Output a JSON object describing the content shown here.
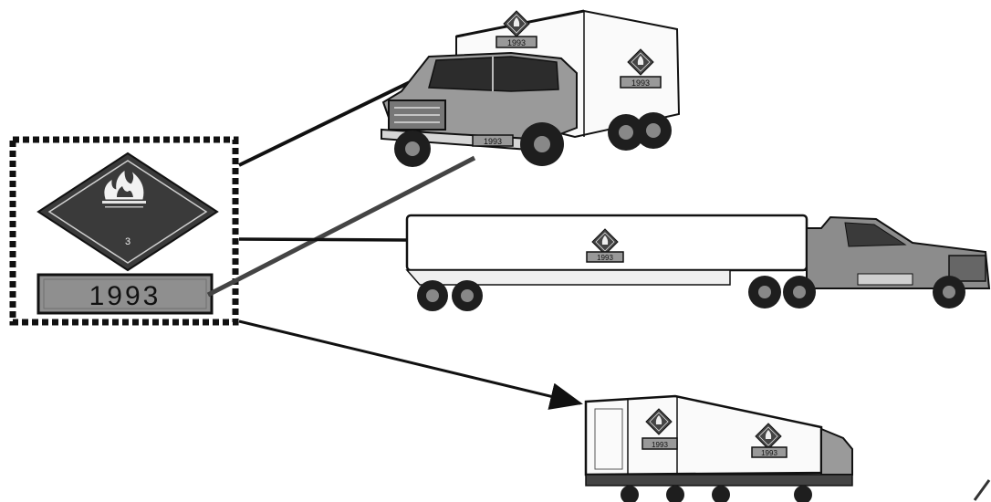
{
  "placard": {
    "hazard_class": "3",
    "un_number": "1993",
    "icon": "flame-icon"
  },
  "vehicles": [
    {
      "type": "straight-truck",
      "un_number": "1993"
    },
    {
      "type": "tractor-trailer",
      "un_number": "1993"
    },
    {
      "type": "container-chassis",
      "un_number": "1993"
    }
  ],
  "colors": {
    "placard_dark": "#3a3a3a",
    "un_panel": "#8f8f8f",
    "outline": "#111111",
    "truck_gray": "#9a9a9a"
  }
}
